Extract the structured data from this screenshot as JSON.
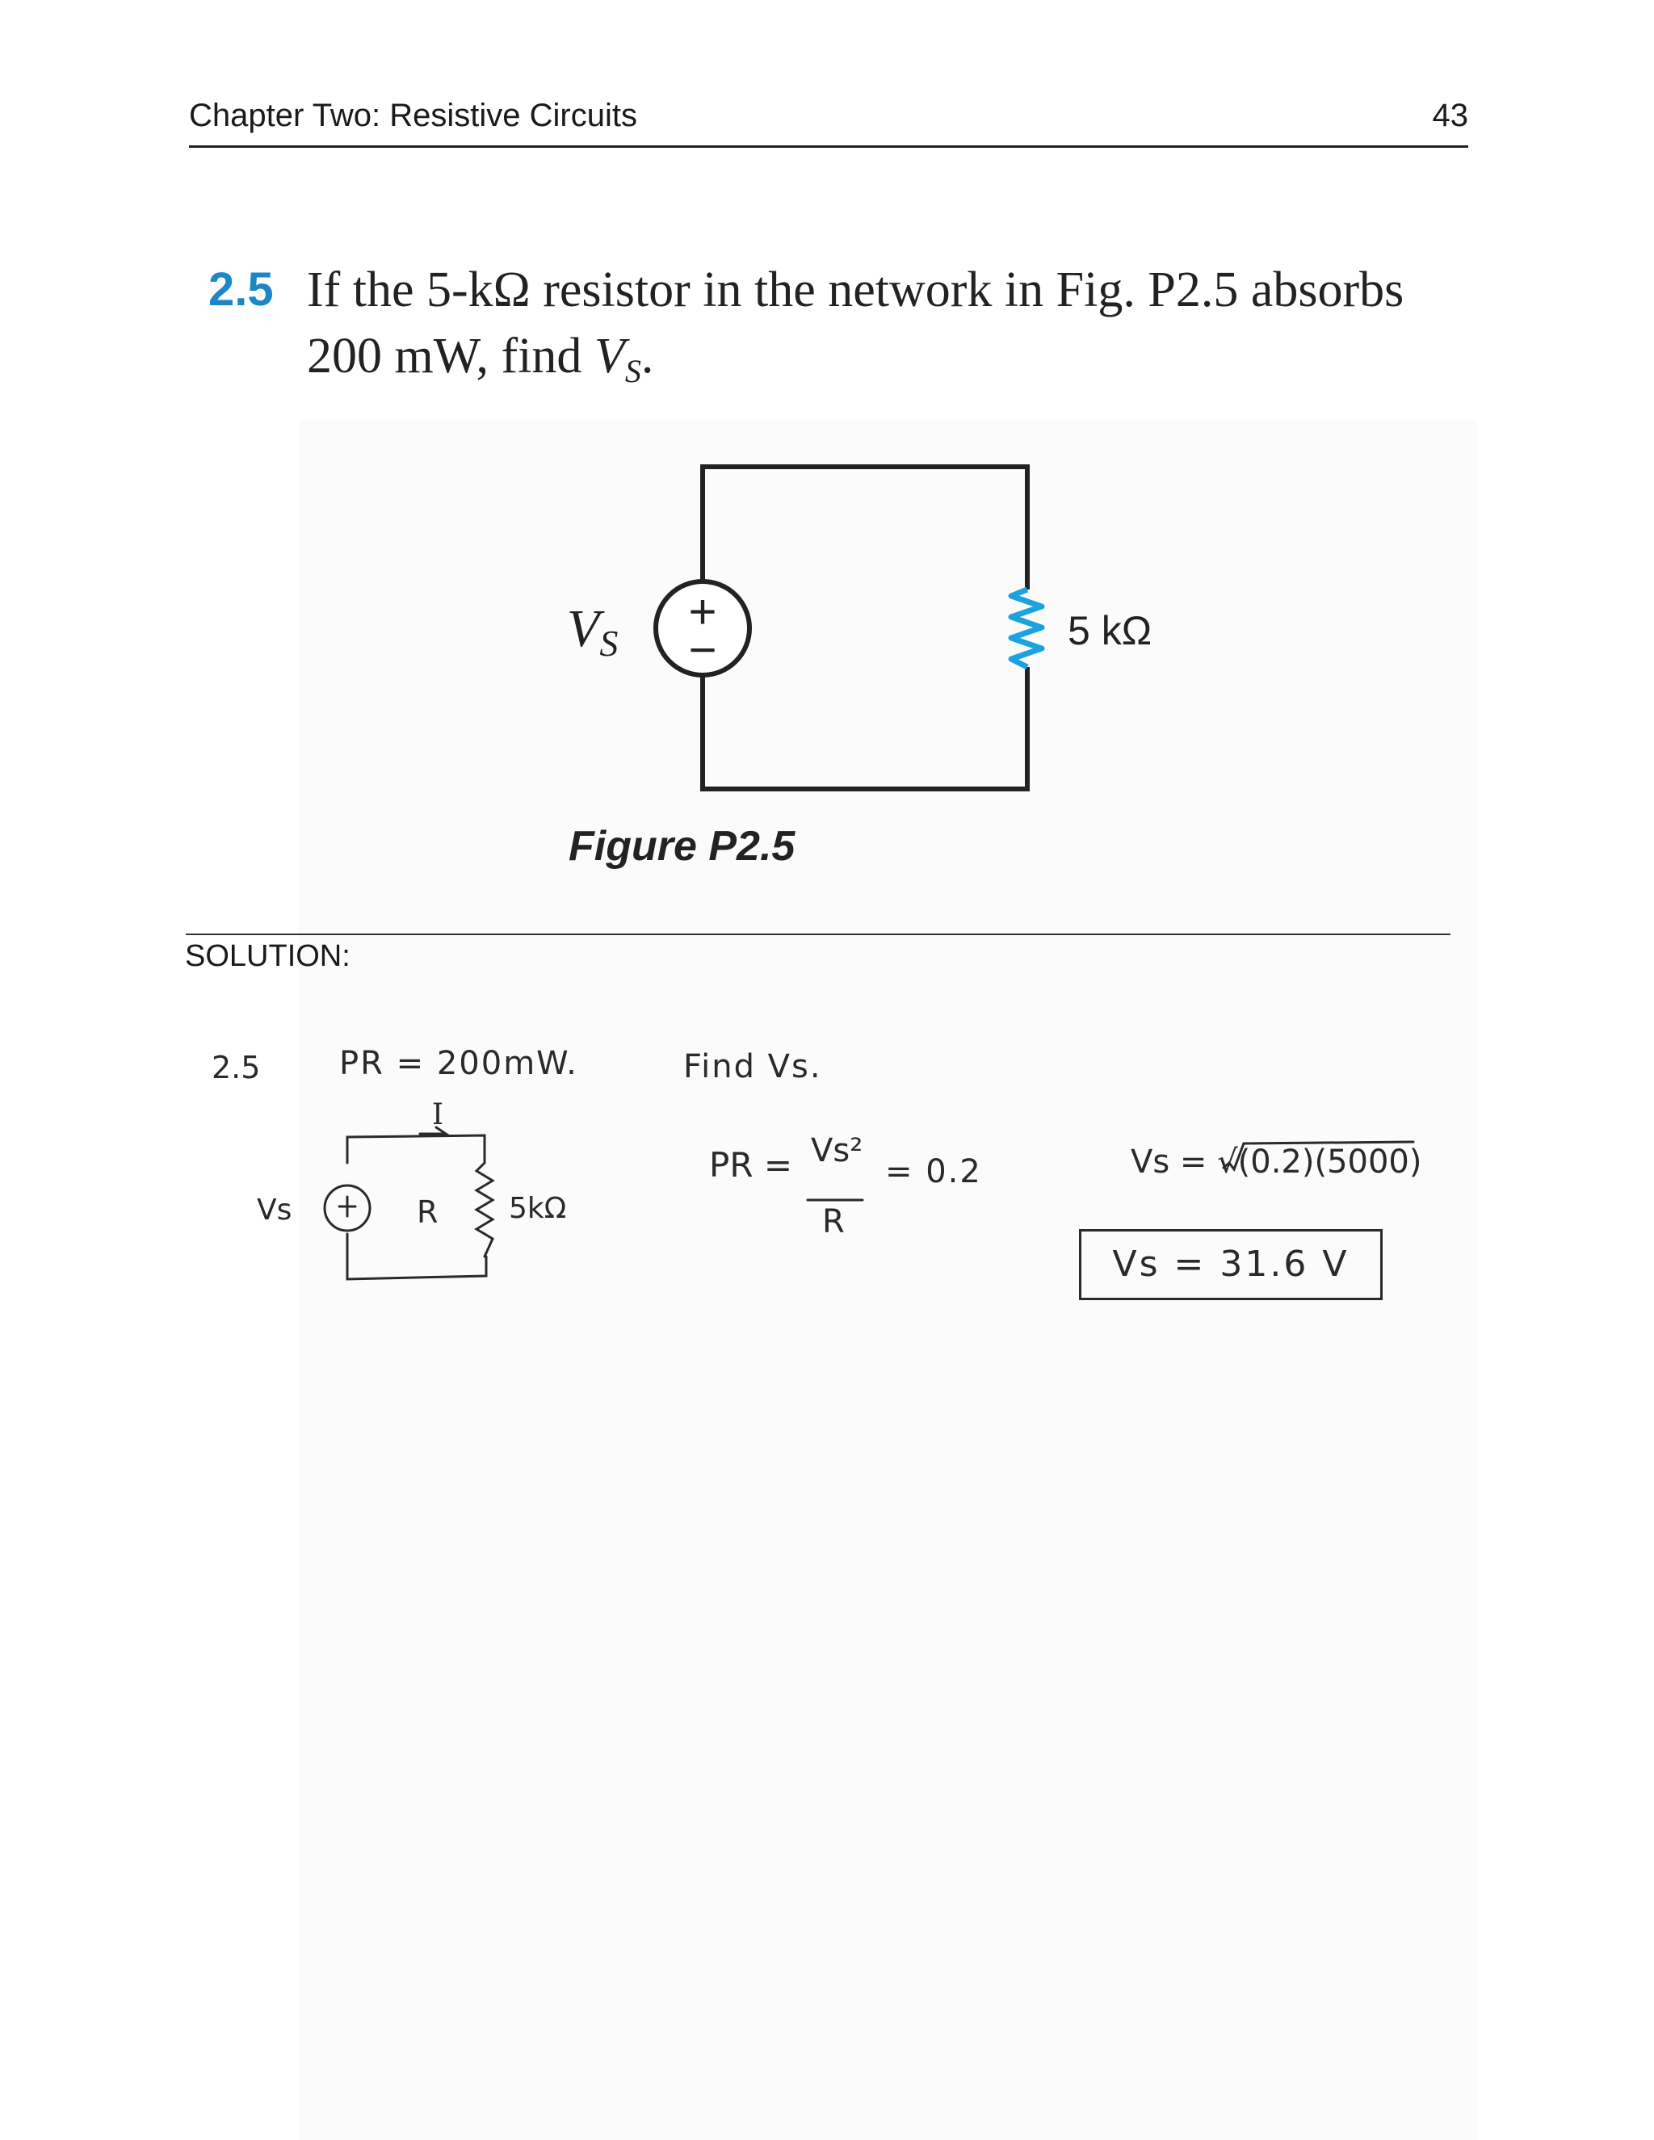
{
  "header": {
    "chapter": "Chapter Two: Resistive Circuits",
    "page_number": "43"
  },
  "problem": {
    "number": "2.5",
    "text_main": "If the 5-kΩ resistor in the network in Fig. P2.5 absorbs 200 mW, find ",
    "var": "V",
    "var_sub": "S",
    "text_end": "."
  },
  "figure": {
    "source_label": "V",
    "source_label_sub": "S",
    "source_plus": "+",
    "source_minus": "−",
    "resistor_label": "5 kΩ",
    "caption": "Figure P2.5",
    "resistor_color": "#1ba3df"
  },
  "solution": {
    "label": "SOLUTION:",
    "problem_number": "2.5",
    "given": "PR = 200mW.",
    "find": "Find Vs.",
    "sketch_current": "I",
    "sketch_source": "Vs",
    "sketch_resistor_label": "R",
    "sketch_resistor_value": "5kΩ",
    "eq_lhs": "PR =",
    "eq_num": "Vs²",
    "eq_den": "R",
    "eq_val": "= 0.2",
    "vs_calc": "Vs = √(0.2)(5000)",
    "answer": "Vs = 31.6 V"
  }
}
